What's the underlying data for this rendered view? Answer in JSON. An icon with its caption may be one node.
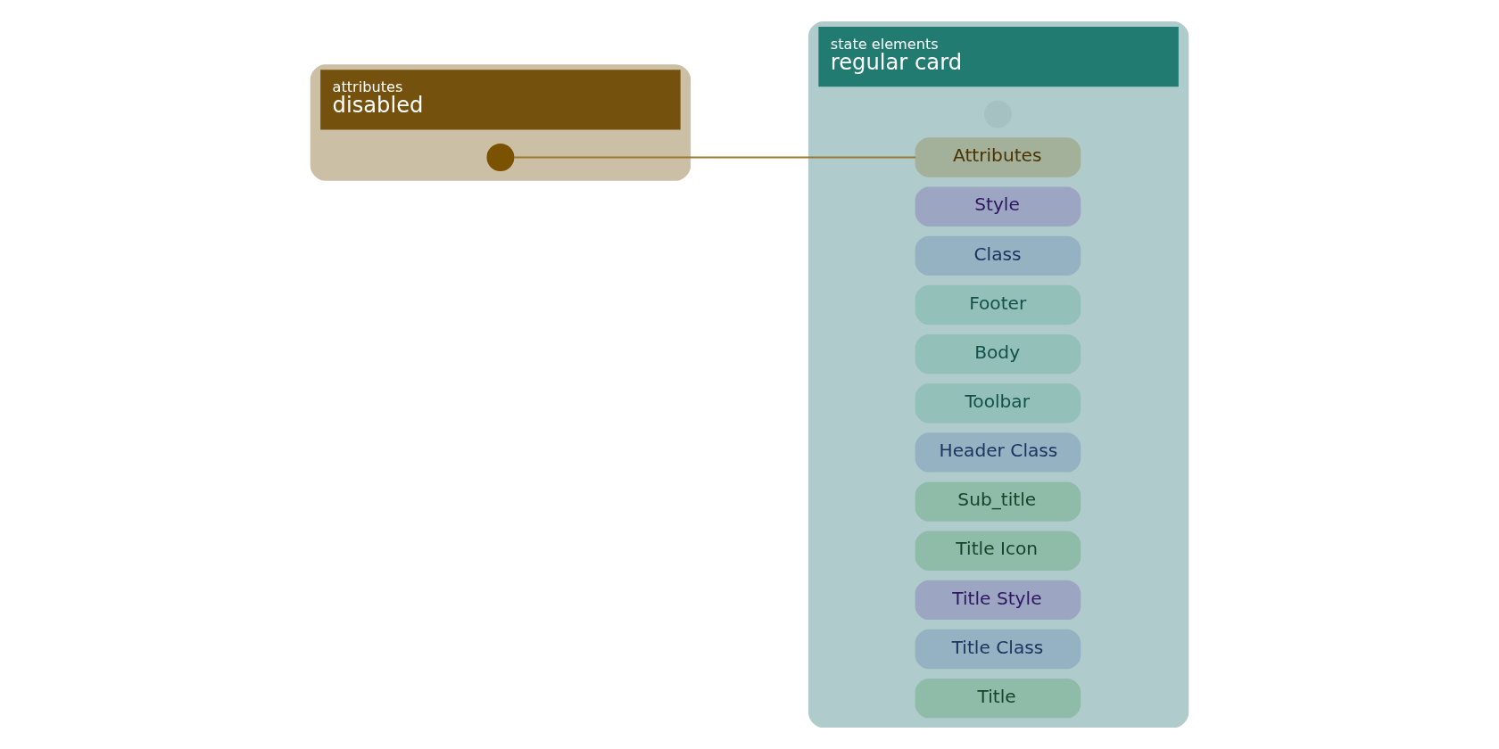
{
  "diagram": {
    "nodes": [
      {
        "text": [
          "attributes",
          "disabled"
        ]
      },
      {
        "text": [],
        "shape": "circle",
        "in": 0
      },
      {
        "text": [
          "state elements",
          "regular card"
        ]
      },
      {
        "text": [],
        "shape": "circle",
        "in": 2
      },
      {
        "text": [
          "Title"
        ],
        "in": 2
      },
      {
        "text": [
          "Title Class"
        ],
        "in": 2
      },
      {
        "text": [
          "Title Style"
        ],
        "in": 2
      },
      {
        "text": [
          "Title Icon"
        ],
        "in": 2
      },
      {
        "text": [
          "Sub_title"
        ],
        "in": 2
      },
      {
        "text": [
          "Header Class"
        ],
        "in": 2
      },
      {
        "text": [
          "Toolbar"
        ],
        "in": 2
      },
      {
        "text": [
          "Body"
        ],
        "in": 2
      },
      {
        "text": [
          "Footer"
        ],
        "in": 2
      },
      {
        "text": [
          "Class"
        ],
        "in": 2
      },
      {
        "text": [
          "Style"
        ],
        "in": 2
      },
      {
        "text": [
          "Attributes"
        ],
        "in": 2
      }
    ],
    "edges": [
      {
        "from": 1,
        "to": 15,
        "arrow": "none",
        "color": "#9a7a30"
      }
    ]
  }
}
